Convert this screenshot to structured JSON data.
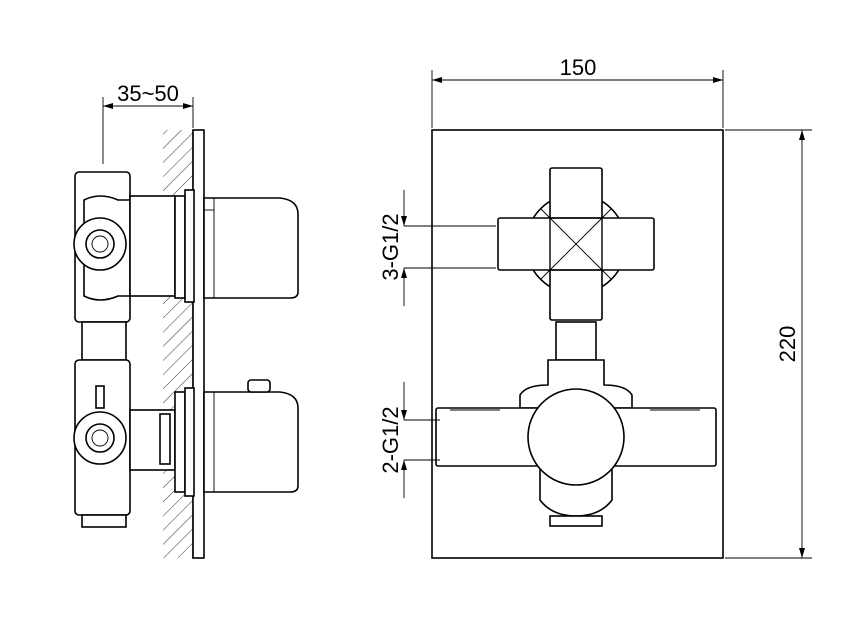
{
  "dimensions": {
    "wall_depth": "35~50",
    "plate_width": "150",
    "plate_height": "220",
    "upper_outlets": "3-G1/2",
    "lower_outlets": "2-G1/2"
  },
  "colors": {
    "line": "#000000",
    "background": "#ffffff"
  }
}
